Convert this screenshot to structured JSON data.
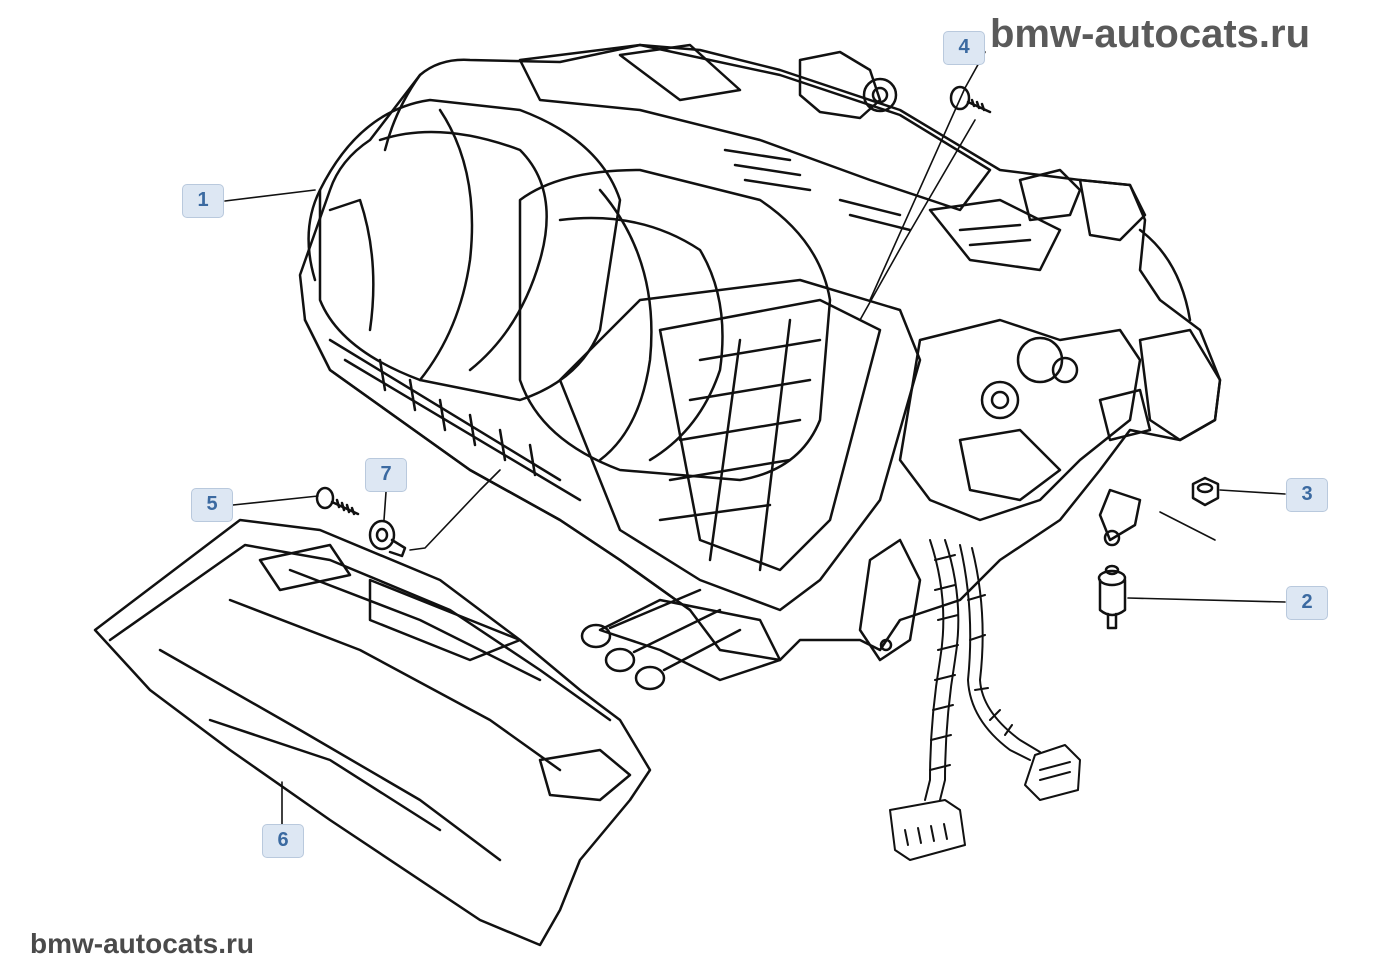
{
  "watermarks": {
    "top": "bmw-autocats.ru",
    "bottom": "bmw-autocats.ru"
  },
  "callouts": {
    "c1": "1",
    "c2": "2",
    "c3": "3",
    "c4": "4",
    "c5": "5",
    "c6": "6",
    "c7": "7"
  },
  "colors": {
    "callout_bg": "#dde7f3",
    "callout_border": "#b9c9dd",
    "callout_text": "#3b6aa1",
    "line_art": "#111111"
  }
}
